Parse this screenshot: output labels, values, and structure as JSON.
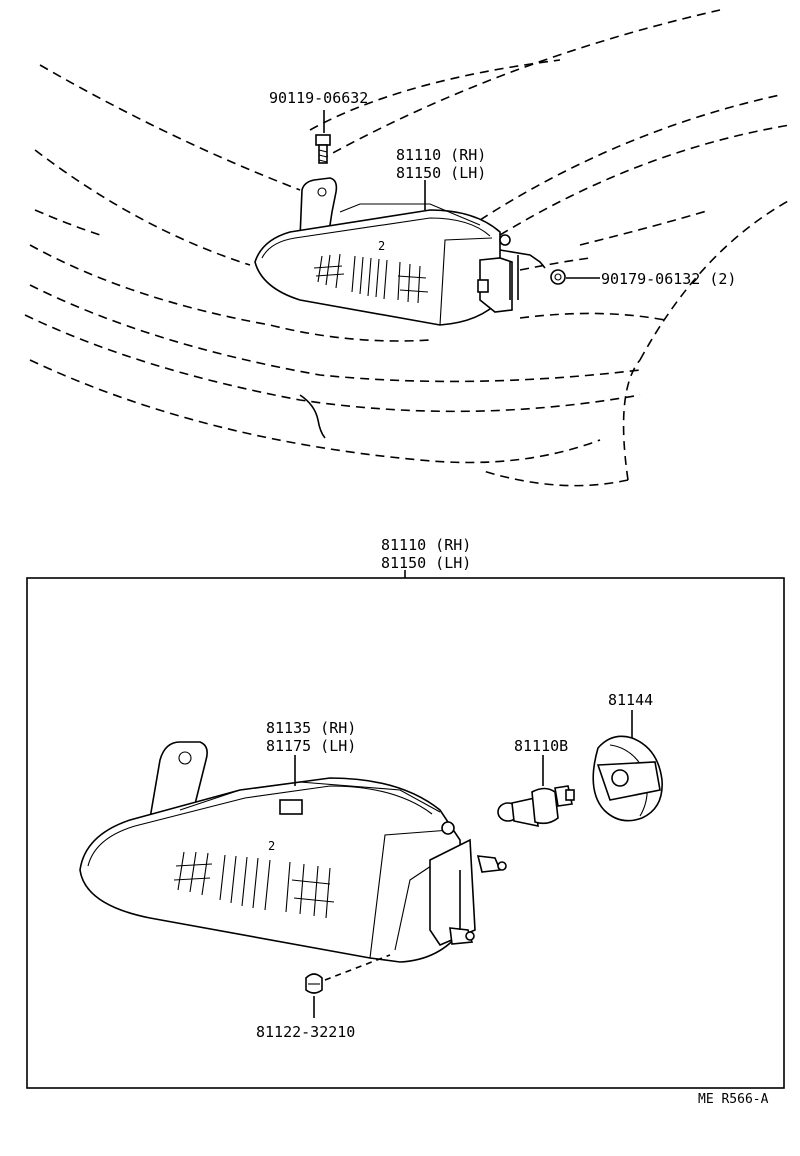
{
  "callouts": {
    "bolt": "90119-06632",
    "headlamp_top_rh": "81110 (RH)",
    "headlamp_top_lh": "81150 (LH)",
    "nut": "90179-06132 (2)",
    "assembly_rh": "81110 (RH)",
    "assembly_lh": "81150 (LH)",
    "unit_rh": "81135 (RH)",
    "unit_lh": "81175 (LH)",
    "bulb": "81110B",
    "cover": "81144",
    "clip": "81122-32210"
  },
  "footer": {
    "code": "ME  R566-A"
  }
}
